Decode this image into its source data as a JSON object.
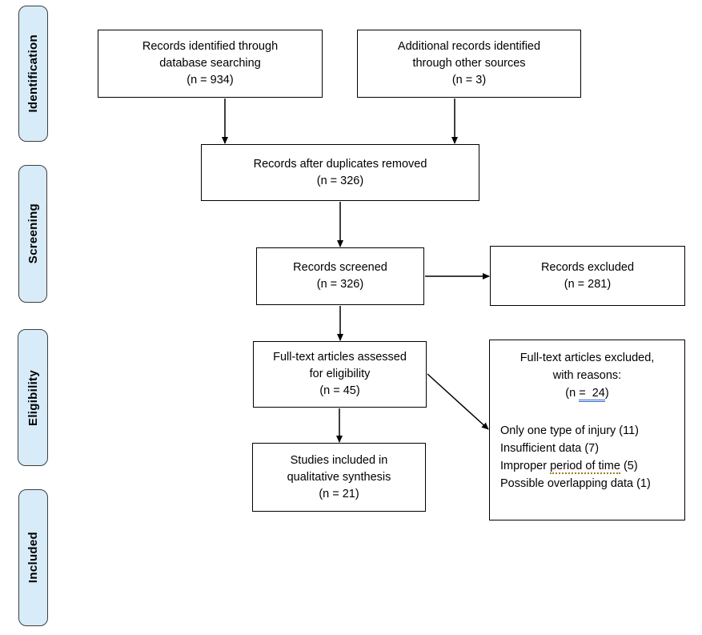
{
  "diagram_title": "PRISMA flow diagram",
  "colors": {
    "sidebar_fill": "#D7EBF8",
    "sidebar_border": "#3F3F3F",
    "box_border": "#000000",
    "text": "#000000",
    "grammar_underline_blue": "#3A66C9",
    "style_underline_gold": "#A3791D"
  },
  "sidebar": {
    "items": [
      {
        "label": "Identification"
      },
      {
        "label": "Screening"
      },
      {
        "label": "Eligibility"
      },
      {
        "label": "Included"
      }
    ]
  },
  "boxes": {
    "identified": {
      "lines": [
        "Records identified through",
        "database searching",
        "(n = 934)"
      ]
    },
    "additional": {
      "lines": [
        "Additional records identified",
        "through other sources",
        "(n = 3)"
      ]
    },
    "duplicates": {
      "lines": [
        "Records after duplicates removed",
        "(n = 326)"
      ]
    },
    "screened": {
      "lines": [
        "Records screened",
        "(n = 326)"
      ]
    },
    "excluded": {
      "lines": [
        "Records excluded",
        "(n = 281)"
      ]
    },
    "fulltext_assessed": {
      "lines": [
        "Full-text articles assessed",
        "for eligibility",
        "(n = 45)"
      ]
    },
    "fulltext_excluded": {
      "line1": "Full-text articles excluded,",
      "line2": "with reasons:",
      "n_prefix": "(n ",
      "n_underlined": "=  24",
      "n_suffix": ")",
      "reasons": [
        {
          "text": "Only one type of injury (11)"
        },
        {
          "text": "Insufficient data (7)"
        },
        {
          "prefix": "Improper ",
          "underlined": "period of time",
          "suffix": " (5)"
        },
        {
          "text": "Possible overlapping data (1)"
        }
      ]
    },
    "qualitative": {
      "lines": [
        "Studies included in",
        "qualitative synthesis",
        "(n = 21)"
      ]
    }
  }
}
